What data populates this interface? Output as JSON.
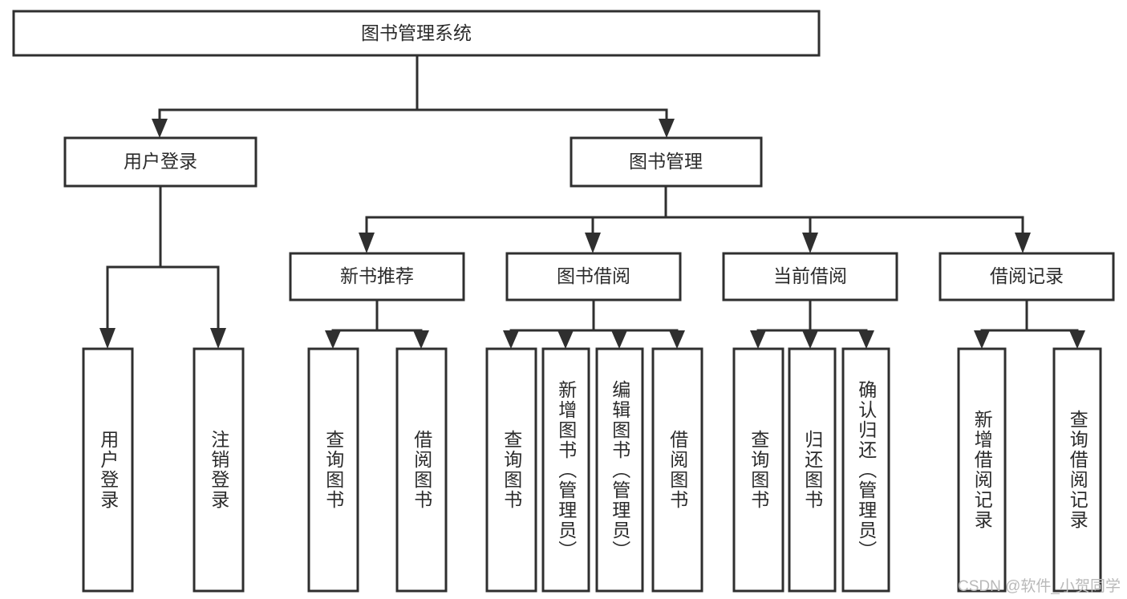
{
  "diagram": {
    "title": "图书管理系统",
    "root": {
      "id": "root",
      "label": "图书管理系统",
      "orientation": "horizontal"
    },
    "level2": [
      {
        "id": "user-login",
        "label": "用户登录",
        "orientation": "horizontal"
      },
      {
        "id": "book-management",
        "label": "图书管理",
        "orientation": "horizontal"
      }
    ],
    "level3": [
      {
        "id": "new-book-recommend",
        "label": "新书推荐",
        "orientation": "horizontal"
      },
      {
        "id": "book-borrow",
        "label": "图书借阅",
        "orientation": "horizontal"
      },
      {
        "id": "current-borrow",
        "label": "当前借阅",
        "orientation": "horizontal"
      },
      {
        "id": "borrow-record",
        "label": "借阅记录",
        "orientation": "horizontal"
      }
    ],
    "leaves": {
      "user-login": [
        {
          "id": "leaf-user-login",
          "label": "用户登录",
          "orientation": "vertical"
        },
        {
          "id": "leaf-user-logout",
          "label": "注销登录",
          "orientation": "vertical"
        }
      ],
      "new-book-recommend": [
        {
          "id": "leaf-query-book-1",
          "label": "查询图书",
          "orientation": "vertical"
        },
        {
          "id": "leaf-borrow-book-1",
          "label": "借阅图书",
          "orientation": "vertical"
        }
      ],
      "book-borrow": [
        {
          "id": "leaf-query-book-2",
          "label": "查询图书",
          "orientation": "vertical"
        },
        {
          "id": "leaf-add-book",
          "label": "新增图书（管理员）",
          "orientation": "vertical"
        },
        {
          "id": "leaf-edit-book",
          "label": "编辑图书（管理员）",
          "orientation": "vertical"
        },
        {
          "id": "leaf-borrow-book-2",
          "label": "借阅图书",
          "orientation": "vertical"
        }
      ],
      "current-borrow": [
        {
          "id": "leaf-query-book-3",
          "label": "查询图书",
          "orientation": "vertical"
        },
        {
          "id": "leaf-return-book",
          "label": "归还图书",
          "orientation": "vertical"
        },
        {
          "id": "leaf-confirm-return",
          "label": "确认归还（管理员）",
          "orientation": "vertical"
        }
      ],
      "borrow-record": [
        {
          "id": "leaf-add-record",
          "label": "新增借阅记录",
          "orientation": "vertical"
        },
        {
          "id": "leaf-query-record",
          "label": "查询借阅记录",
          "orientation": "vertical"
        }
      ]
    },
    "colors": {
      "line": "#2f2f2f",
      "box_fill": "#ffffff",
      "text": "#2b2b2b",
      "background": "#ffffff",
      "watermark": "#b9b9b9"
    }
  },
  "watermark": {
    "text": "CSDN @软件_小贺同学"
  }
}
